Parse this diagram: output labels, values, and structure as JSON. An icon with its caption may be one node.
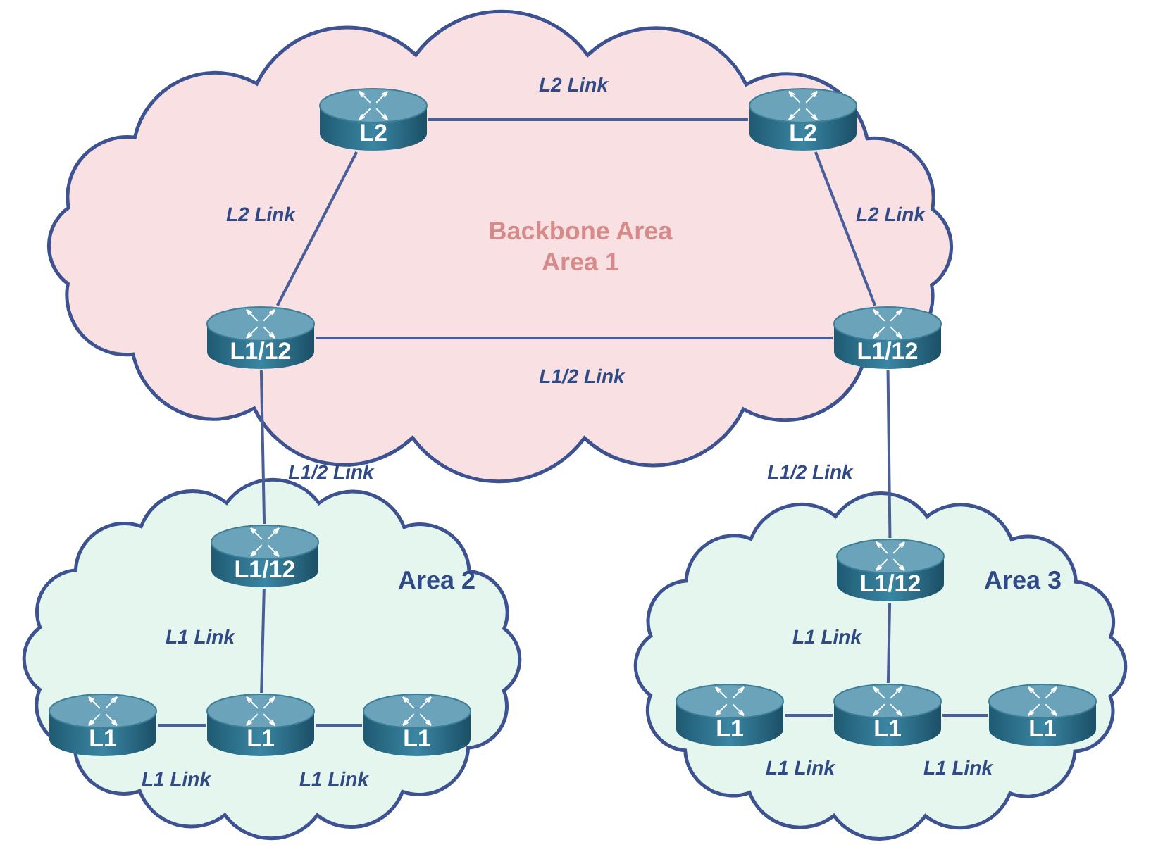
{
  "diagram": {
    "nodes": [
      {
        "text": [
          "Backbone Area Area 1"
        ]
      },
      {
        "text": [
          "L2"
        ],
        "in": 0
      },
      {
        "text": [
          "L2"
        ],
        "in": 0
      },
      {
        "text": [
          "L1/12"
        ],
        "in": 0
      },
      {
        "text": [
          "L1/12"
        ],
        "in": 0
      },
      {
        "text": [
          "Area 2"
        ]
      },
      {
        "text": [
          "L1/12"
        ],
        "in": 5
      },
      {
        "text": [
          "L1"
        ],
        "in": 5
      },
      {
        "text": [
          "L1"
        ],
        "in": 5
      },
      {
        "text": [
          "L1"
        ],
        "in": 5
      },
      {
        "text": [
          "Area 3"
        ]
      },
      {
        "text": [
          "L1/12"
        ],
        "in": 10
      },
      {
        "text": [
          "L1"
        ],
        "in": 10
      },
      {
        "text": [
          "L1"
        ],
        "in": 10
      },
      {
        "text": [
          "L1"
        ],
        "in": 10
      }
    ],
    "edges": [
      {
        "from": 1,
        "to": 2,
        "arrow": "none",
        "label": "L2 Link"
      },
      {
        "from": 1,
        "to": 3,
        "arrow": "none",
        "label": "L2 Link"
      },
      {
        "from": 2,
        "to": 4,
        "arrow": "none",
        "label": "L2 Link"
      },
      {
        "from": 3,
        "to": 4,
        "arrow": "none",
        "label": "L1/2 Link"
      },
      {
        "from": 3,
        "to": 6,
        "arrow": "none",
        "label": "L1/2 Link"
      },
      {
        "from": 4,
        "to": 11,
        "arrow": "none",
        "label": "L1/2 Link"
      },
      {
        "from": 6,
        "to": 8,
        "arrow": "none",
        "label": "L1 Link"
      },
      {
        "from": 7,
        "to": 8,
        "arrow": "none",
        "label": "L1 Link"
      },
      {
        "from": 8,
        "to": 9,
        "arrow": "none",
        "label": "L1 Link"
      },
      {
        "from": 11,
        "to": 13,
        "arrow": "none",
        "label": "L1 Link"
      },
      {
        "from": 12,
        "to": 13,
        "arrow": "none",
        "label": "L1 Link"
      },
      {
        "from": 13,
        "to": 14,
        "arrow": "none",
        "label": "L1 Link"
      }
    ]
  }
}
